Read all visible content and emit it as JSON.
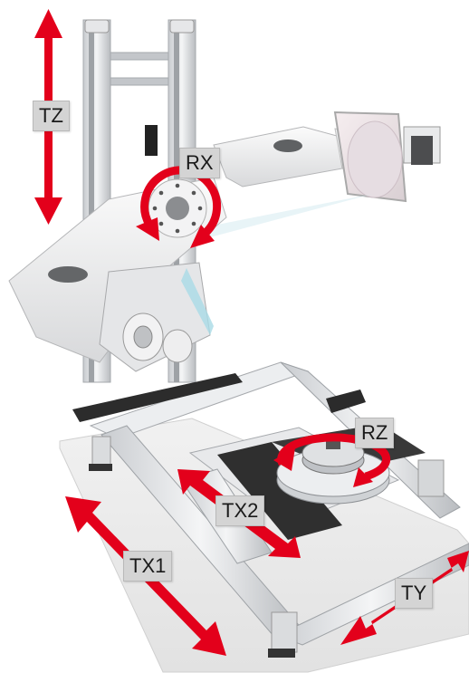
{
  "labels": {
    "tz": "TZ",
    "rx": "RX",
    "rz": "RZ",
    "tx2": "TX2",
    "tx1": "TX1",
    "ty": "TY"
  },
  "colors": {
    "arrow": "#e3001b",
    "label_bg": "#d4d4d4",
    "frame": "#d9dcdf",
    "dark_rail": "#2b2b2b"
  }
}
